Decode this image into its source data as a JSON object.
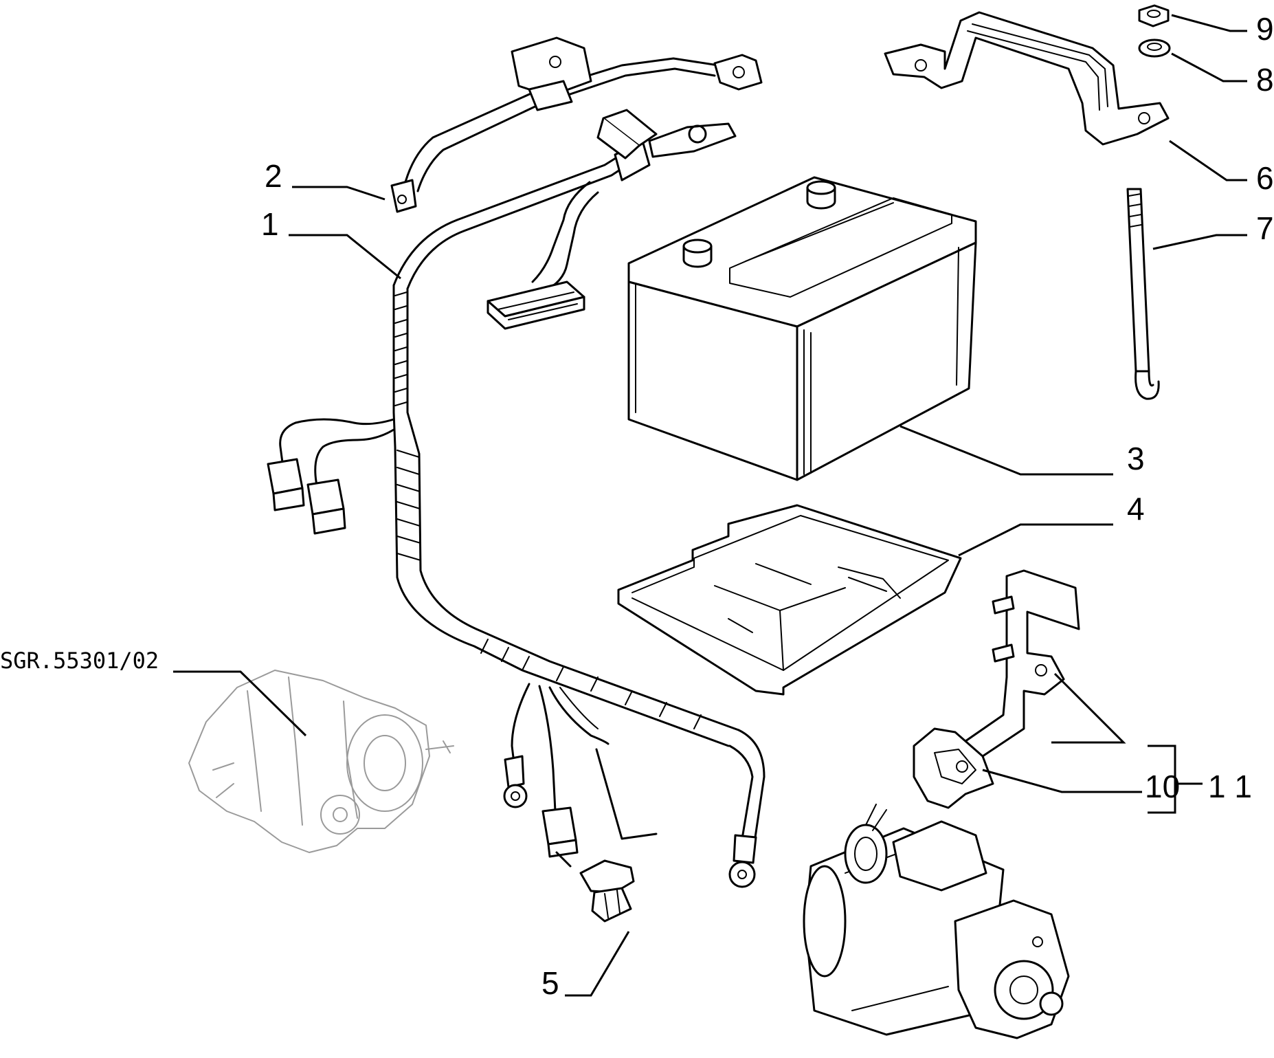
{
  "reference_code": "SGR.55301/02",
  "callouts": [
    {
      "id": "c1",
      "label": "1"
    },
    {
      "id": "c2",
      "label": "2"
    },
    {
      "id": "c3",
      "label": "3"
    },
    {
      "id": "c4",
      "label": "4"
    },
    {
      "id": "c5",
      "label": "5"
    },
    {
      "id": "c6",
      "label": "6"
    },
    {
      "id": "c7",
      "label": "7"
    },
    {
      "id": "c8",
      "label": "8"
    },
    {
      "id": "c9",
      "label": "9"
    },
    {
      "id": "c10",
      "label": "10"
    },
    {
      "id": "c11",
      "label": "1 1"
    }
  ],
  "colors": {
    "ink": "#000000",
    "ghost_ink": "#9a9a9a",
    "background": "#ffffff"
  }
}
